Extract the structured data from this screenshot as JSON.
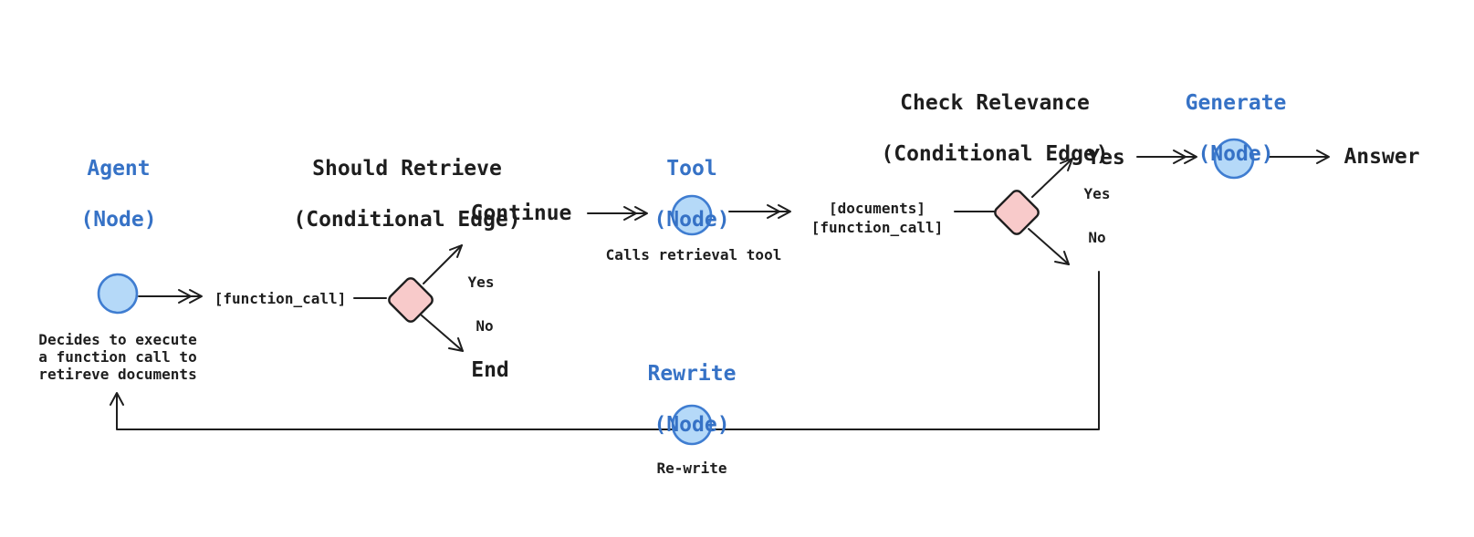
{
  "colors": {
    "background": "#ffffff",
    "node_fill": "#b5d9f8",
    "node_stroke": "#3f7dd1",
    "decision_fill": "#f8caca",
    "decision_stroke": "#1e1e1e",
    "line": "#1e1e1e",
    "title_blue": "#3672c6",
    "text_dark": "#1e1e1e"
  },
  "nodes": {
    "agent": {
      "title": "Agent",
      "subtitle": "(Node)",
      "description": "Decides to execute\na function call to\nretireve documents"
    },
    "tool": {
      "title": "Tool",
      "subtitle": "(Node)",
      "caption": "Calls retrieval tool"
    },
    "generate": {
      "title": "Generate",
      "subtitle": "(Node)"
    },
    "rewrite": {
      "title": "Rewrite",
      "subtitle": "(Node)",
      "caption": "Re-write"
    }
  },
  "conditional_edges": {
    "should_retrieve": {
      "title": "Should Retrieve",
      "subtitle": "(Conditional Edge)",
      "yes_label": "Yes",
      "no_label": "No",
      "yes_target": "Continue",
      "no_target": "End"
    },
    "check_relevance": {
      "title": "Check Relevance",
      "subtitle": "(Conditional Edge)",
      "yes_label": "Yes",
      "no_label": "No",
      "yes_target": "Yes"
    }
  },
  "edge_labels": {
    "function_call": "[function_call]",
    "documents": "[documents]\n[function_call]"
  },
  "outputs": {
    "answer": "Answer"
  }
}
